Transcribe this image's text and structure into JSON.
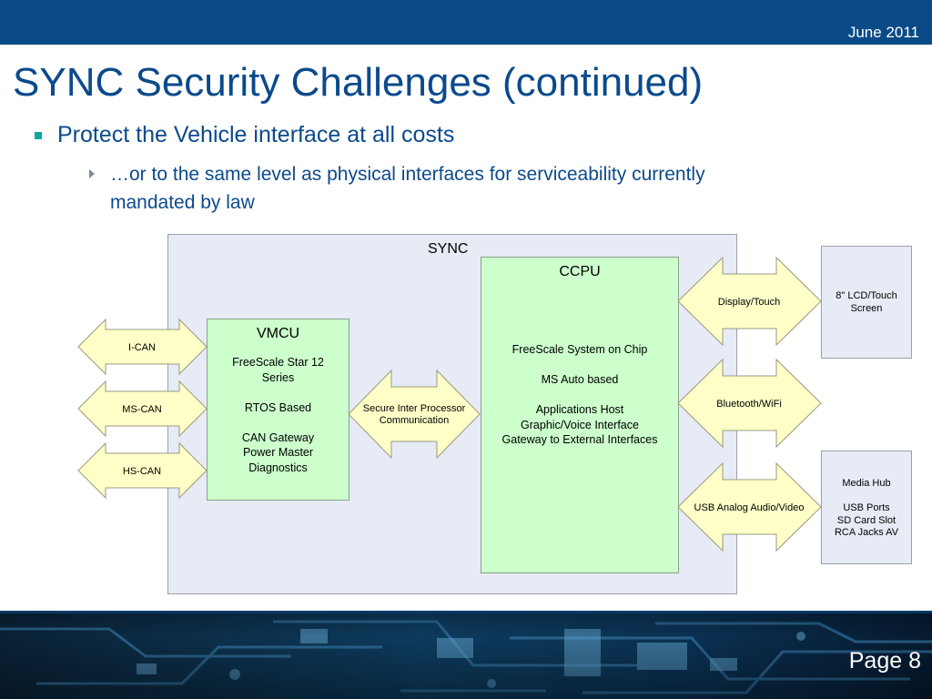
{
  "header": {
    "date": "June 2011"
  },
  "slide": {
    "title": "SYNC Security Challenges (continued)",
    "bullet1": "Protect the Vehicle interface at all costs",
    "bullet2": "…or to the same level as physical interfaces for serviceability currently mandated by law"
  },
  "diagram": {
    "sync_label": "SYNC",
    "ccpu": {
      "title": "CCPU",
      "lines": [
        "FreeScale System on Chip",
        "",
        "MS Auto based",
        "",
        "Applications Host",
        "Graphic/Voice Interface",
        "Gateway to External Interfaces"
      ]
    },
    "vmcu": {
      "title": "VMCU",
      "lines": [
        "FreeScale Star 12",
        "Series",
        "",
        "RTOS Based",
        "",
        "CAN Gateway",
        "Power Master",
        "Diagnostics"
      ]
    },
    "left_arrows": [
      "I-CAN",
      "MS-CAN",
      "HS-CAN"
    ],
    "middle_arrow": [
      "Secure Inter Processor",
      "Communication"
    ],
    "right_arrows": [
      "Display/Touch",
      "Bluetooth/WiFi",
      "USB Analog Audio/Video"
    ],
    "lcd_box": [
      "8\" LCD/Touch",
      "Screen"
    ],
    "media_box": [
      "Media Hub",
      "",
      "USB Ports",
      "SD Card Slot",
      "RCA Jacks AV"
    ]
  },
  "footer": {
    "page": "Page 8"
  }
}
